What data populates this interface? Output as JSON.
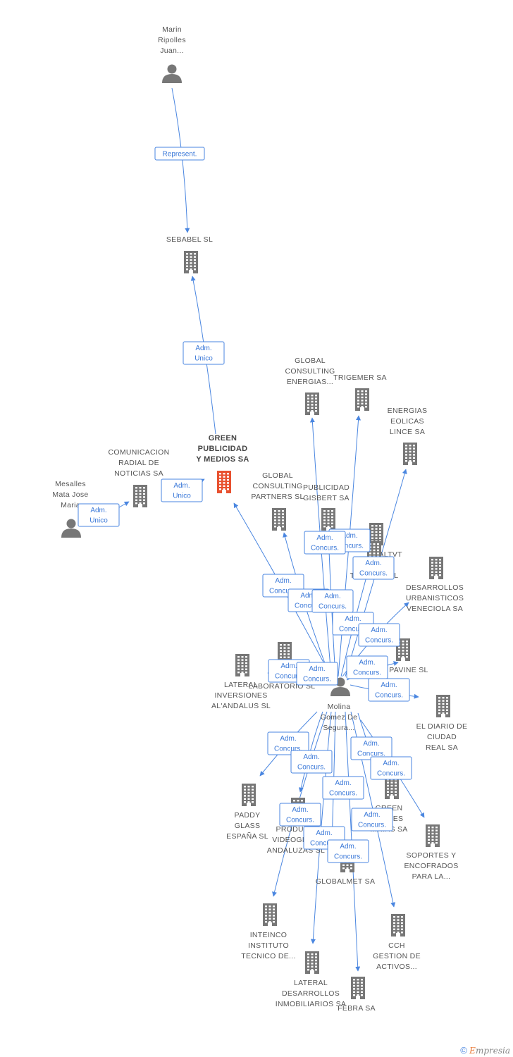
{
  "colors": {
    "edge": "#4a86e0",
    "company_icon": "#777777",
    "main_company_icon": "#e8512f",
    "person_icon": "#777777",
    "label_text": "#555555",
    "rel_text": "#3a78d8"
  },
  "nodes": [
    {
      "id": "marin",
      "type": "person",
      "label": [
        "Marin",
        "Ripolles",
        "Juan..."
      ]
    },
    {
      "id": "sebabel",
      "type": "company",
      "label": [
        "SEBABEL SL"
      ]
    },
    {
      "id": "green",
      "type": "main",
      "label": [
        "GREEN",
        "PUBLICIDAD",
        "Y MEDIOS SA"
      ]
    },
    {
      "id": "comunicacion",
      "type": "company",
      "label": [
        "COMUNICACION",
        "RADIAL DE",
        "NOTICIAS SA"
      ]
    },
    {
      "id": "mesalles",
      "type": "person",
      "label": [
        "Mesalles",
        "Mata Jose",
        "Maria"
      ]
    },
    {
      "id": "gc_energias",
      "type": "company",
      "label": [
        "GLOBAL",
        "CONSULTING",
        "ENERGIAS..."
      ]
    },
    {
      "id": "trigemer",
      "type": "company",
      "label": [
        "TRIGEMER SA"
      ]
    },
    {
      "id": "energias_eolicas",
      "type": "company",
      "label": [
        "ENERGIAS",
        "EOLICAS",
        "LINCE SA"
      ]
    },
    {
      "id": "gc_partners",
      "type": "company",
      "label": [
        "GLOBAL",
        "CONSULTING",
        "PARTNERS SL"
      ]
    },
    {
      "id": "publicidad_gisbert",
      "type": "company",
      "label": [
        "PUBLICIDAD",
        "GISBERT SA"
      ]
    },
    {
      "id": "amaltvt",
      "type": "company",
      "label": [
        "AMALTVT"
      ]
    },
    {
      "id": "torr",
      "type": "company",
      "label": [
        "TORR...IO SL"
      ]
    },
    {
      "id": "desarrollos_urb",
      "type": "company",
      "label": [
        "DESARROLLOS",
        "URBANISTICOS",
        "VENECIOLA SA"
      ]
    },
    {
      "id": "pavine",
      "type": "company",
      "label": [
        "PAVINE SL"
      ]
    },
    {
      "id": "tr_lab",
      "type": "company",
      "label": [
        "TR...",
        "LABORATORIO SL"
      ]
    },
    {
      "id": "lateral_inv",
      "type": "company",
      "label": [
        "LATERAL",
        "INVERSIONES",
        "AL'ANDALUS SL"
      ]
    },
    {
      "id": "molina",
      "type": "person",
      "label": [
        "Molina",
        "Gomez De",
        "Segura..."
      ]
    },
    {
      "id": "diario",
      "type": "company",
      "label": [
        "EL DIARIO DE",
        "CIUDAD",
        "REAL SA"
      ]
    },
    {
      "id": "paddy",
      "type": "company",
      "label": [
        "PADDY",
        "GLASS",
        "ESPAÑA SL"
      ]
    },
    {
      "id": "green_ones",
      "type": "company",
      "label": [
        "GREEN",
        "...ONES",
        "...RIAS SA"
      ]
    },
    {
      "id": "producciones",
      "type": "company",
      "label": [
        "PRODUC...",
        "VIDEOGRA...",
        "ANDALUZAS SL"
      ]
    },
    {
      "id": "soportes",
      "type": "company",
      "label": [
        "SOPORTES Y",
        "ENCOFRADOS",
        "PARA LA..."
      ]
    },
    {
      "id": "globalmet",
      "type": "company",
      "label": [
        "GLOBALMET SA"
      ]
    },
    {
      "id": "inteinco",
      "type": "company",
      "label": [
        "INTEINCO",
        "INSTITUTO",
        "TECNICO DE..."
      ]
    },
    {
      "id": "cch",
      "type": "company",
      "label": [
        "CCH",
        "GESTION DE",
        "ACTIVOS..."
      ]
    },
    {
      "id": "lateral_des",
      "type": "company",
      "label": [
        "LATERAL",
        "DESARROLLOS",
        "INMOBILIARIOS SA"
      ]
    },
    {
      "id": "febra",
      "type": "company",
      "label": [
        "FEBRA SA"
      ]
    }
  ],
  "relations": [
    {
      "label": [
        "Represent."
      ]
    },
    {
      "label": [
        "Adm.",
        "Unico"
      ]
    },
    {
      "label": [
        "Adm.",
        "Unico"
      ]
    },
    {
      "label": [
        "Adm.",
        "Unico"
      ]
    },
    {
      "label": [
        "Adm.",
        "Concurs."
      ]
    },
    {
      "label": [
        "Adm.",
        "Concurs."
      ]
    },
    {
      "label": [
        "Adm.",
        "Concurs."
      ]
    },
    {
      "label": [
        "Adm.",
        "Concurs."
      ]
    },
    {
      "label": [
        "Adm.",
        "Concurs."
      ]
    },
    {
      "label": [
        "Adm.",
        "Concurs."
      ]
    },
    {
      "label": [
        "Adm.",
        "Concurs."
      ]
    },
    {
      "label": [
        "Adm.",
        "Concurs."
      ]
    },
    {
      "label": [
        "Adm.",
        "Concurs."
      ]
    },
    {
      "label": [
        "Adm.",
        "Concurs."
      ]
    },
    {
      "label": [
        "Adm.",
        "Concurs."
      ]
    },
    {
      "label": [
        "Adm.",
        "Concurs."
      ]
    },
    {
      "label": [
        "Adm.",
        "Concurs."
      ]
    },
    {
      "label": [
        "Adm.",
        "Concurs."
      ]
    },
    {
      "label": [
        "Adm.",
        "Concurs."
      ]
    },
    {
      "label": [
        "Adm.",
        "Concurs."
      ]
    },
    {
      "label": [
        "Adm.",
        "Concurs."
      ]
    },
    {
      "label": [
        "Adm.",
        "Concurs."
      ]
    },
    {
      "label": [
        "Adm.",
        "Concurs."
      ]
    },
    {
      "label": [
        "Adm.",
        "Concurs."
      ]
    },
    {
      "label": [
        "Adm.",
        "Concurs."
      ]
    }
  ],
  "footer": {
    "copyright": "©",
    "brand_first": "E",
    "brand_rest": "mpresia"
  }
}
